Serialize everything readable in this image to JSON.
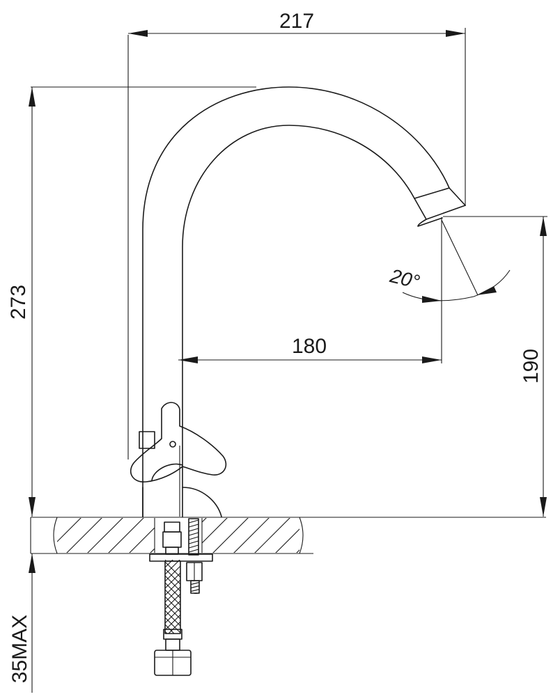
{
  "dimensions": {
    "total_reach": "217",
    "total_height": "273",
    "spout_reach": "180",
    "spout_height": "190",
    "spout_angle": "20°",
    "max_mounting_thickness": "35MAX"
  }
}
